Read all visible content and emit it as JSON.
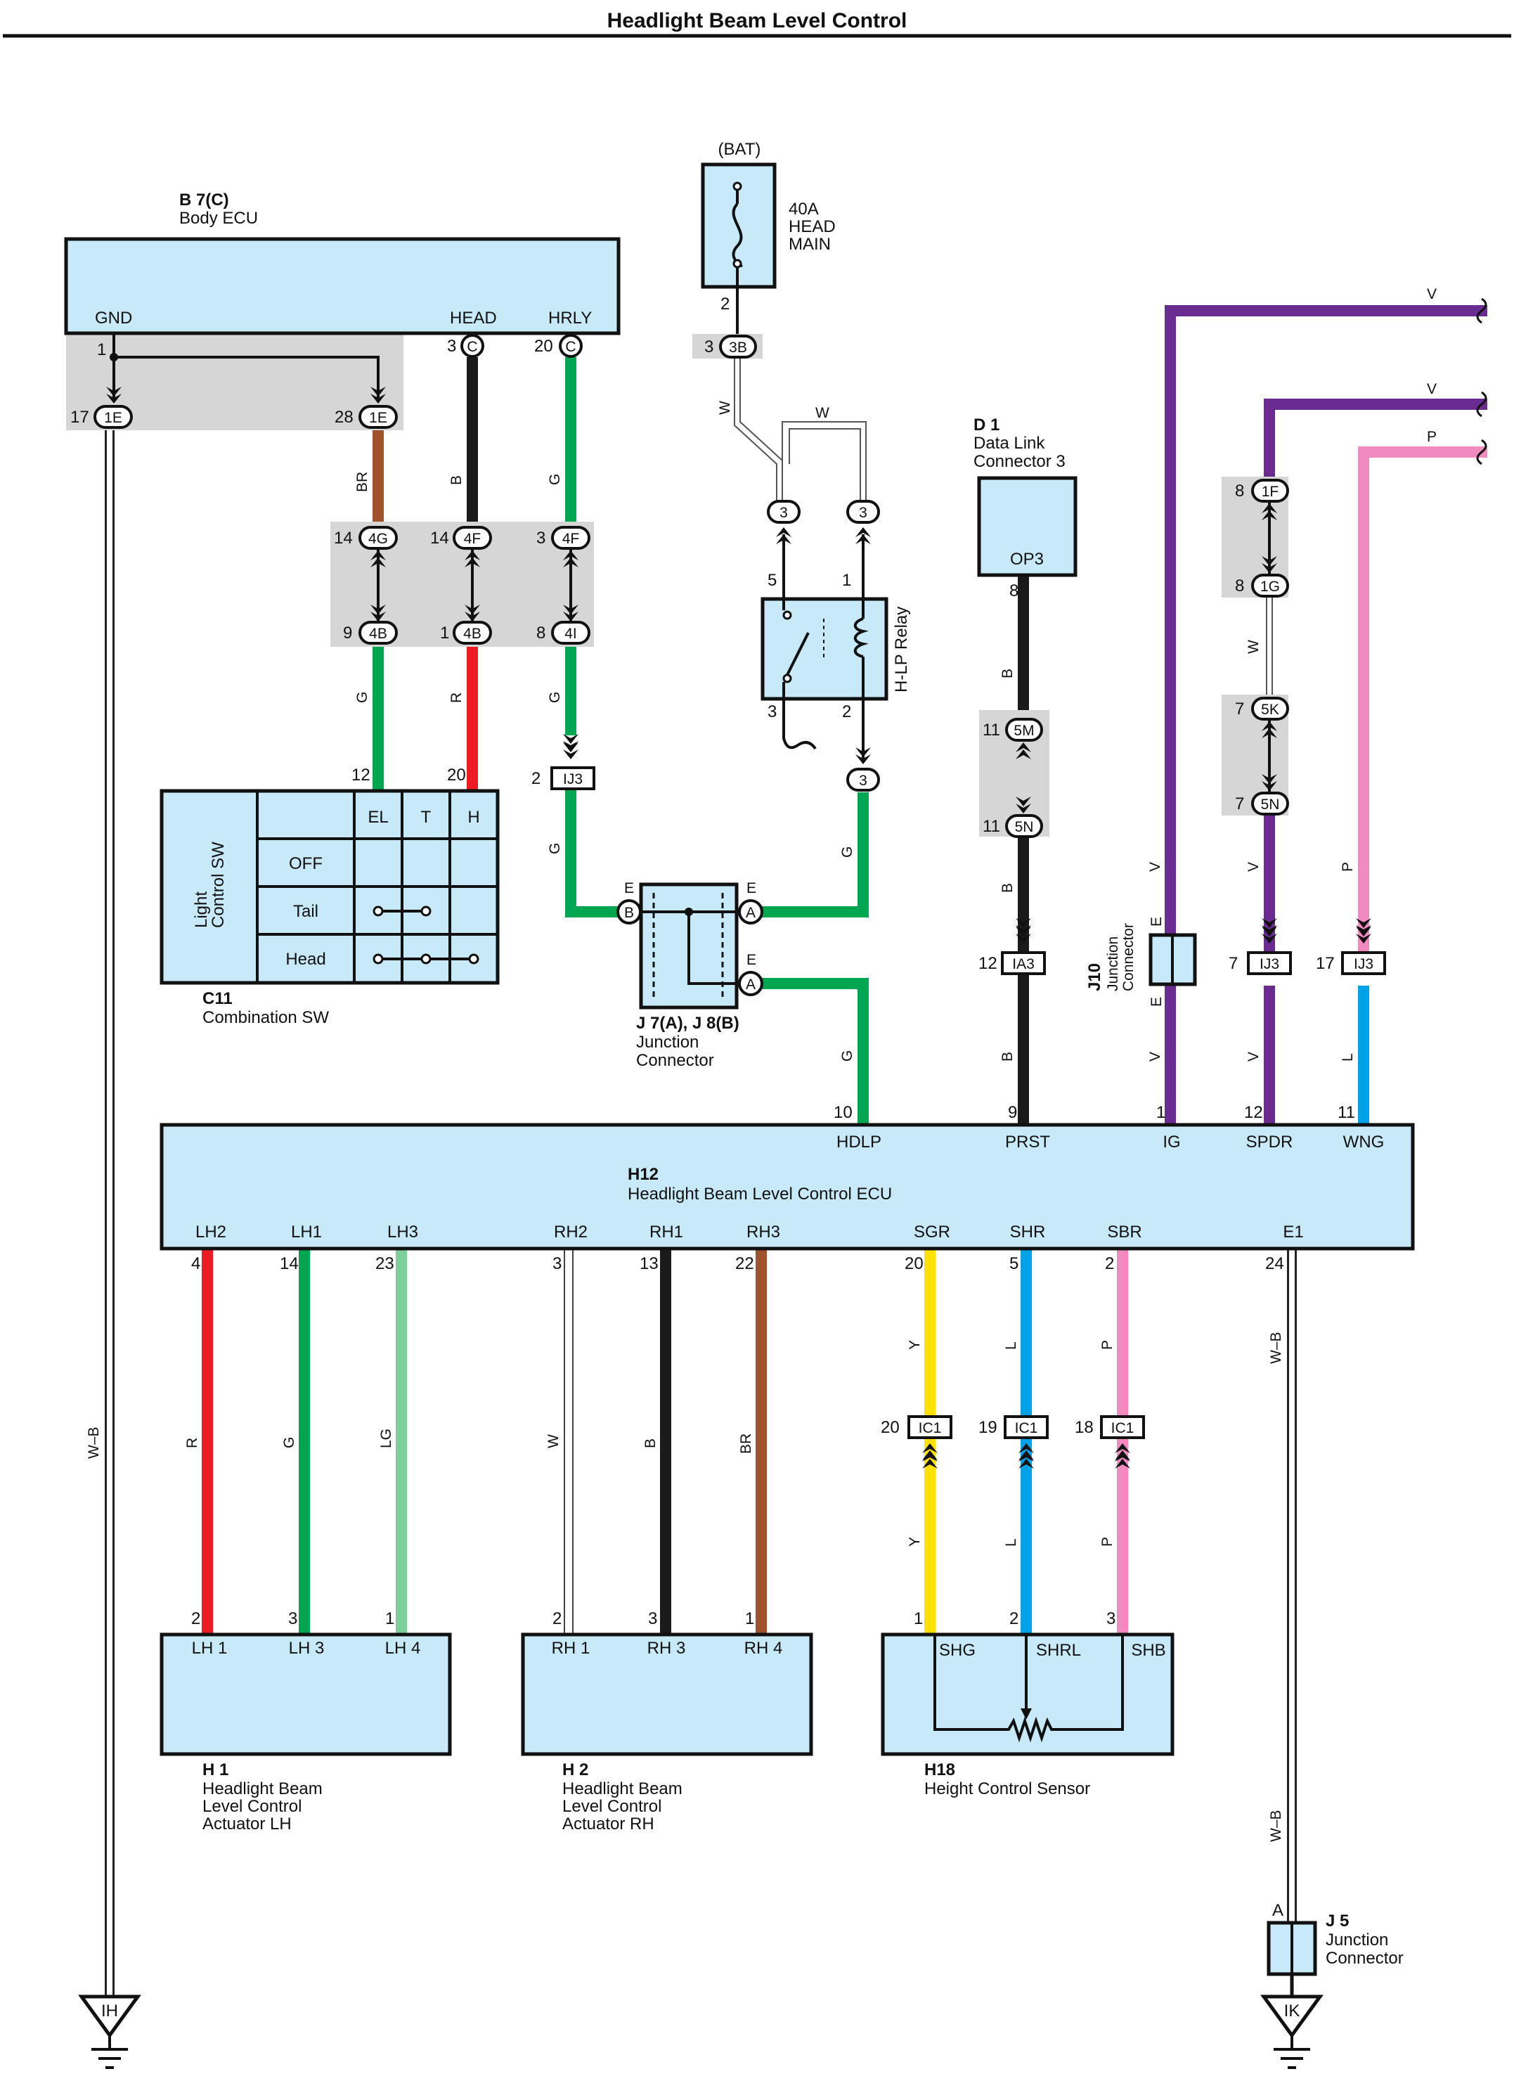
{
  "title": "Headlight Beam Level Control",
  "components": {
    "body_ecu": {
      "code": "B 7(C)",
      "name": "Body ECU",
      "terminals": [
        "GND",
        "HEAD",
        "HRLY"
      ]
    },
    "fuse": {
      "label_top": "(BAT)",
      "line1": "40A",
      "line2": "HEAD",
      "line3": "MAIN"
    },
    "relay": {
      "name": "H-LP Relay"
    },
    "data_link": {
      "code": "D 1",
      "line1": "Data Link",
      "line2": "Connector 3",
      "terminal": "OP3"
    },
    "light_sw": {
      "title_line1": "Light",
      "title_line2": "Control SW",
      "code": "C11",
      "name": "Combination SW",
      "columns": [
        "EL",
        "T",
        "H"
      ],
      "rows": [
        "OFF",
        "Tail",
        "Head"
      ]
    },
    "junction_j7": {
      "code": "J 7(A), J 8(B)",
      "line1": "Junction",
      "line2": "Connector"
    },
    "junction_j10": {
      "code": "J10",
      "line1": "Junction",
      "line2": "Connector"
    },
    "junction_j5": {
      "code": "J 5",
      "line1": "Junction",
      "line2": "Connector",
      "pin": "A"
    },
    "main_ecu": {
      "code": "H12",
      "name": "Headlight Beam Level Control ECU",
      "top_terminals": [
        "HDLP",
        "PRST",
        "IG",
        "SPDR",
        "WNG"
      ],
      "bottom_terminals": [
        "LH2",
        "LH1",
        "LH3",
        "RH2",
        "RH1",
        "RH3",
        "SGR",
        "SHR",
        "SBR",
        "E1"
      ]
    },
    "actuator_lh": {
      "code": "H 1",
      "line1": "Headlight Beam",
      "line2": "Level Control",
      "line3": "Actuator LH",
      "terminals": [
        "LH 1",
        "LH 3",
        "LH 4"
      ]
    },
    "actuator_rh": {
      "code": "H 2",
      "line1": "Headlight Beam",
      "line2": "Level Control",
      "line3": "Actuator RH",
      "terminals": [
        "RH 1",
        "RH 3",
        "RH 4"
      ]
    },
    "height_sensor": {
      "code": "H18",
      "name": "Height Control Sensor",
      "terminals": [
        "SHG",
        "SHRL",
        "SHB"
      ]
    }
  },
  "grounds": [
    "IH",
    "IK"
  ],
  "connectors": {
    "c1E": "1E",
    "c3C": "C",
    "c20C": "C",
    "c3B": "3B",
    "c4G": "4G",
    "c4F": "4F",
    "c4F2": "4F",
    "c4B": "4B",
    "c4B2": "4B",
    "c4I": "4I",
    "cIJ3": "IJ3",
    "c3a": "3",
    "c3b": "3",
    "c3c": "3",
    "cB": "B",
    "cA": "A",
    "cA2": "A",
    "cE": "E",
    "c5M": "5M",
    "c5N": "5N",
    "cIA3": "IA3",
    "c1F": "1F",
    "c1G": "1G",
    "c5K": "5K",
    "c5N2": "5N",
    "cIC1": "IC1"
  },
  "pins": {
    "p1": "1",
    "p17": "17",
    "p28": "28",
    "p3": "3",
    "p20": "20",
    "p2": "2",
    "p14": "14",
    "p9": "9",
    "p8": "8",
    "p12": "12",
    "p5": "5",
    "p11": "11",
    "p7": "7",
    "p10": "10",
    "p4": "4",
    "p13": "13",
    "p22": "22",
    "p24": "24",
    "p23": "23",
    "p19": "19",
    "p18": "18"
  },
  "wire_colors": {
    "BR": "BR",
    "B": "B",
    "G": "G",
    "R": "R",
    "W": "W",
    "V": "V",
    "P": "P",
    "L": "L",
    "LG": "LG",
    "Y": "Y",
    "WB": "W–B"
  },
  "colors": {
    "green": "#00a650",
    "black": "#1a1a1a",
    "red": "#ed1c24",
    "brown": "#a0522d",
    "violet": "#6a2c91",
    "pink": "#f18bbf",
    "blue": "#00a3e8",
    "yellow": "#ffe100",
    "light_green": "#7fcf9c",
    "box_fill": "#c8e9f8"
  }
}
